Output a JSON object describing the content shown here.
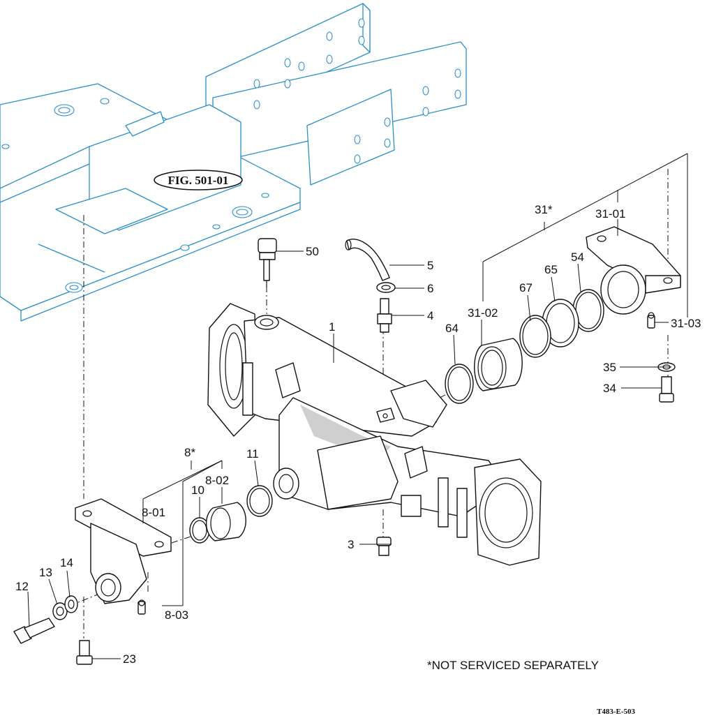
{
  "figure_ref": "FIG. 501-01",
  "figure_code": "T483-E-503",
  "note": "*NOT SERVICED SEPARATELY",
  "callouts": [
    "50",
    "5",
    "6",
    "4",
    "1",
    "31*",
    "31-01",
    "54",
    "65",
    "67",
    "31-02",
    "31-03",
    "64",
    "35",
    "34",
    "8*",
    "8-02",
    "8-01",
    "10",
    "11",
    "3",
    "12",
    "13",
    "14",
    "8-03",
    "23"
  ],
  "colors": {
    "frame": "#2b8fc8",
    "parts": "#111111"
  }
}
